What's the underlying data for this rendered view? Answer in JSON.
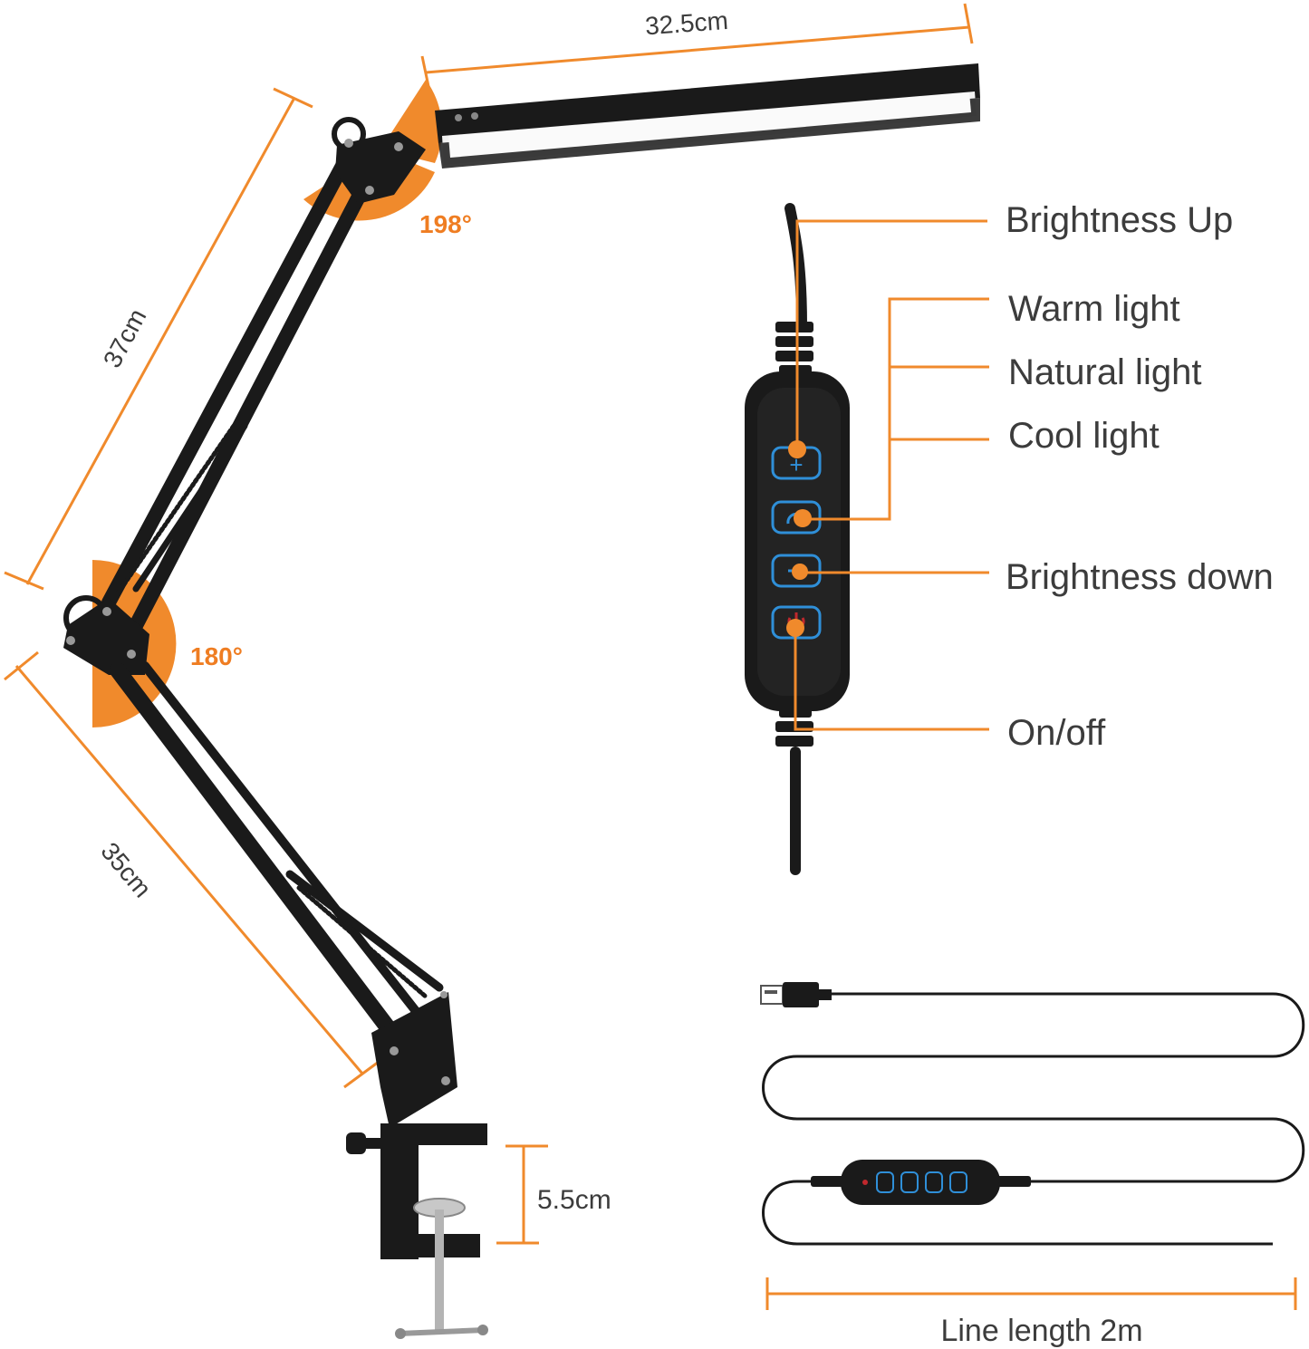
{
  "colors": {
    "accent": "#f08a2c",
    "accent_text": "#ef7d22",
    "lamp": "#1a1a1a",
    "label_text": "#3c3c3c",
    "button_glow": "#2f8fd8",
    "power_red": "#c0282d"
  },
  "dimensions": {
    "head_length": "32.5cm",
    "upper_arm": "37cm",
    "lower_arm": "35cm",
    "clamp_opening": "5.5cm",
    "cable_length": "Line length 2m"
  },
  "angles": {
    "head_joint": "198°",
    "elbow_joint": "180°"
  },
  "controls": {
    "brightness_up": "Brightness Up",
    "warm_light": "Warm light",
    "natural_light": "Natural light",
    "cool_light": "Cool light",
    "brightness_down": "Brightness down",
    "on_off": "On/off"
  },
  "icons": {
    "plus": "plus-icon",
    "cycle": "cycle-icon",
    "minus": "minus-icon",
    "power": "power-icon",
    "usb": "usb-plug-icon"
  }
}
